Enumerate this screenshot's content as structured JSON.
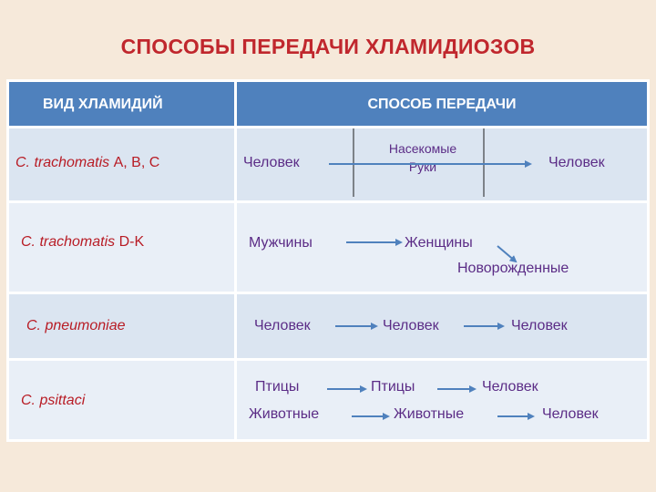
{
  "title": "СПОСОБЫ ПЕРЕДАЧИ ХЛАМИДИОЗОВ",
  "table": {
    "header": {
      "col1": "ВИД  ХЛАМИДИЙ",
      "col2": "СПОСОБ ПЕРЕДАЧИ"
    },
    "rows": [
      {
        "species_name": "C. trachomatis",
        "species_suffix": "A, B, C",
        "from": "Человек",
        "via_line1": "Насекомые",
        "via_line2": "Руки",
        "to": "Человек"
      },
      {
        "species_name": "C. trachomatis",
        "species_suffix": "D-K",
        "node1": "Мужчины",
        "node2": "Женщины",
        "node3": "Новорожденные"
      },
      {
        "species_name": "C. pneumoniae",
        "chain": [
          "Человек",
          "Человек",
          "Человек"
        ]
      },
      {
        "species_name": "C. psittaci",
        "line1": [
          "Птицы",
          "Птицы",
          "Человек"
        ],
        "line2": [
          "Животные",
          "Животные",
          "Человек"
        ]
      }
    ]
  },
  "colors": {
    "background": "#f6e9da",
    "title": "#c0272d",
    "header": "#4f81bd",
    "row_odd": "#dbe5f1",
    "row_even": "#e9eff7",
    "species_text": "#b81c25",
    "transmission_text": "#5b2c86",
    "arrow": "#4f81bd"
  }
}
